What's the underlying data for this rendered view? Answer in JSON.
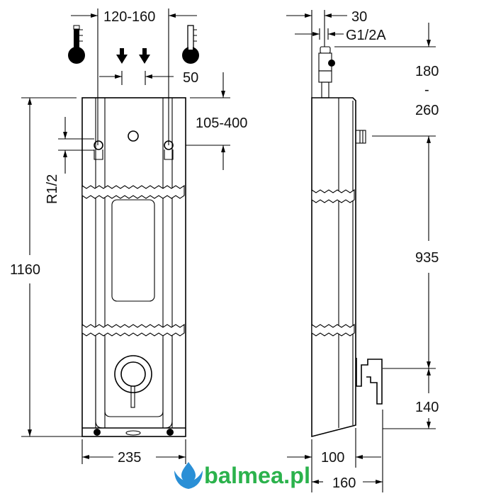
{
  "dimensions": {
    "hole_spacing": "120-160",
    "inlet_spacing": "50",
    "height_offset": "105-400",
    "thread_front": "R1/2",
    "total_height": "1160",
    "width": "235",
    "connector_width": "30",
    "thread_side": "G1/2A",
    "top_height_a": "180",
    "top_height_dash": "-",
    "top_height_b": "260",
    "mid_height": "935",
    "bottom_height": "140",
    "depth": "100",
    "depth_with_lever": "160"
  },
  "icons": {
    "hot": "thermometer-hot-icon",
    "cold": "thermometer-cold-icon"
  },
  "logo": {
    "text": "balmea.pl",
    "color": "#2bb24c",
    "drop_color": "#2a8fd6"
  }
}
